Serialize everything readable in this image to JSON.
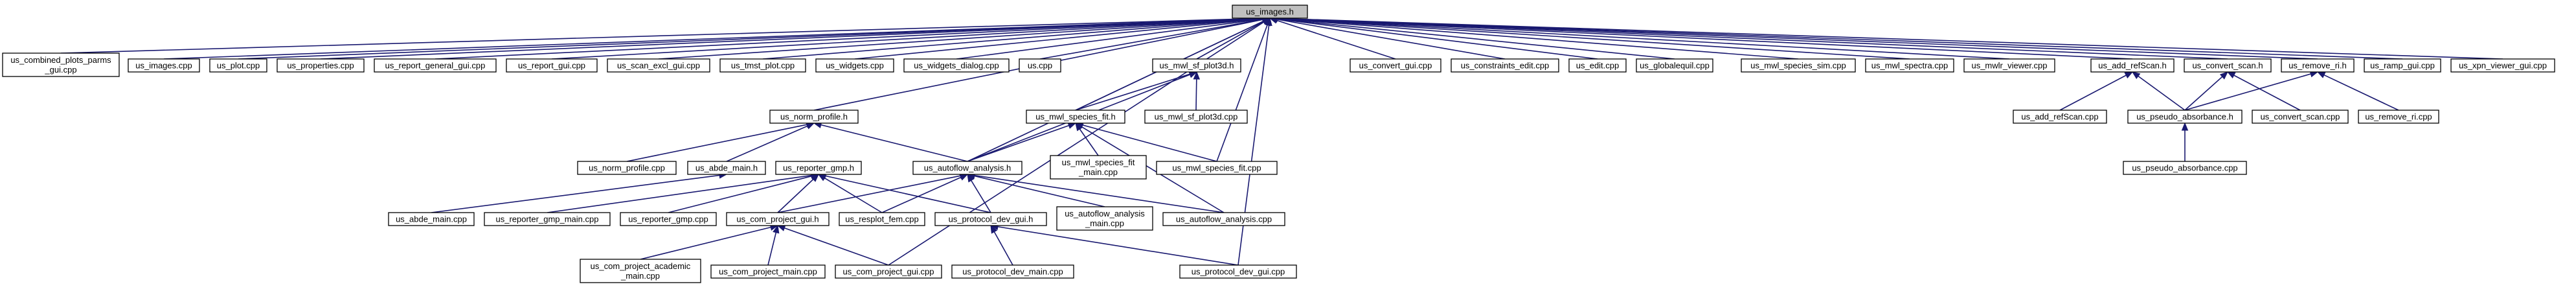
{
  "graph": {
    "root": "us_images.h",
    "colors": {
      "edge": "#191970",
      "root_fill": "#bfbfbf",
      "node_fill": "#ffffff",
      "node_border": "#000000"
    },
    "nodes": [
      {
        "id": "us_images_h",
        "label": [
          "us_images.h"
        ],
        "root": true
      },
      {
        "id": "combined",
        "label": [
          "us_combined_plots_parms",
          "_gui.cpp"
        ]
      },
      {
        "id": "images_cpp",
        "label": [
          "us_images.cpp"
        ]
      },
      {
        "id": "plot_cpp",
        "label": [
          "us_plot.cpp"
        ]
      },
      {
        "id": "properties",
        "label": [
          "us_properties.cpp"
        ]
      },
      {
        "id": "report_general",
        "label": [
          "us_report_general_gui.cpp"
        ]
      },
      {
        "id": "report_gui",
        "label": [
          "us_report_gui.cpp"
        ]
      },
      {
        "id": "scan_excl",
        "label": [
          "us_scan_excl_gui.cpp"
        ]
      },
      {
        "id": "tmst_plot",
        "label": [
          "us_tmst_plot.cpp"
        ]
      },
      {
        "id": "widgets",
        "label": [
          "us_widgets.cpp"
        ]
      },
      {
        "id": "widgets_dialog",
        "label": [
          "us_widgets_dialog.cpp"
        ]
      },
      {
        "id": "us_cpp",
        "label": [
          "us.cpp"
        ]
      },
      {
        "id": "sf_plot3d_h",
        "label": [
          "us_mwl_sf_plot3d.h"
        ]
      },
      {
        "id": "convert_gui",
        "label": [
          "us_convert_gui.cpp"
        ]
      },
      {
        "id": "constraints_edit",
        "label": [
          "us_constraints_edit.cpp"
        ]
      },
      {
        "id": "edit_cpp",
        "label": [
          "us_edit.cpp"
        ]
      },
      {
        "id": "globalequil",
        "label": [
          "us_globalequil.cpp"
        ]
      },
      {
        "id": "species_sim",
        "label": [
          "us_mwl_species_sim.cpp"
        ]
      },
      {
        "id": "spectra",
        "label": [
          "us_mwl_spectra.cpp"
        ]
      },
      {
        "id": "viewer",
        "label": [
          "us_mwlr_viewer.cpp"
        ]
      },
      {
        "id": "add_refscan_h",
        "label": [
          "us_add_refScan.h"
        ]
      },
      {
        "id": "convert_scan_h",
        "label": [
          "us_convert_scan.h"
        ]
      },
      {
        "id": "remove_ri_h",
        "label": [
          "us_remove_ri.h"
        ]
      },
      {
        "id": "ramp_gui",
        "label": [
          "us_ramp_gui.cpp"
        ]
      },
      {
        "id": "xpn_viewer",
        "label": [
          "us_xpn_viewer_gui.cpp"
        ]
      },
      {
        "id": "norm_profile_h",
        "label": [
          "us_norm_profile.h"
        ]
      },
      {
        "id": "species_fit_h",
        "label": [
          "us_mwl_species_fit.h"
        ]
      },
      {
        "id": "sf_plot3d_cpp",
        "label": [
          "us_mwl_sf_plot3d.cpp"
        ]
      },
      {
        "id": "add_refscan_cpp",
        "label": [
          "us_add_refScan.cpp"
        ]
      },
      {
        "id": "pseudo_abs_h",
        "label": [
          "us_pseudo_absorbance.h"
        ]
      },
      {
        "id": "convert_scan_cpp",
        "label": [
          "us_convert_scan.cpp"
        ]
      },
      {
        "id": "remove_ri_cpp",
        "label": [
          "us_remove_ri.cpp"
        ]
      },
      {
        "id": "norm_profile_cpp",
        "label": [
          "us_norm_profile.cpp"
        ]
      },
      {
        "id": "abde_main_h",
        "label": [
          "us_abde_main.h"
        ]
      },
      {
        "id": "reporter_gmp_h",
        "label": [
          "us_reporter_gmp.h"
        ]
      },
      {
        "id": "autoflow_analysis_h",
        "label": [
          "us_autoflow_analysis.h"
        ]
      },
      {
        "id": "species_fit_main",
        "label": [
          "us_mwl_species_fit",
          "_main.cpp"
        ]
      },
      {
        "id": "species_fit_cpp",
        "label": [
          "us_mwl_species_fit.cpp"
        ]
      },
      {
        "id": "pseudo_abs_cpp",
        "label": [
          "us_pseudo_absorbance.cpp"
        ]
      },
      {
        "id": "abde_main_cpp",
        "label": [
          "us_abde_main.cpp"
        ]
      },
      {
        "id": "reporter_gmp_main",
        "label": [
          "us_reporter_gmp_main.cpp"
        ]
      },
      {
        "id": "reporter_gmp_cpp",
        "label": [
          "us_reporter_gmp.cpp"
        ]
      },
      {
        "id": "com_project_gui_h",
        "label": [
          "us_com_project_gui.h"
        ]
      },
      {
        "id": "resplot_fem",
        "label": [
          "us_resplot_fem.cpp"
        ]
      },
      {
        "id": "protocol_dev_gui_h",
        "label": [
          "us_protocol_dev_gui.h"
        ]
      },
      {
        "id": "autoflow_analysis_main",
        "label": [
          "us_autoflow_analysis",
          "_main.cpp"
        ]
      },
      {
        "id": "autoflow_analysis_cpp",
        "label": [
          "us_autoflow_analysis.cpp"
        ]
      },
      {
        "id": "com_project_academic",
        "label": [
          "us_com_project_academic",
          "_main.cpp"
        ]
      },
      {
        "id": "com_project_main",
        "label": [
          "us_com_project_main.cpp"
        ]
      },
      {
        "id": "com_project_gui_cpp",
        "label": [
          "us_com_project_gui.cpp"
        ]
      },
      {
        "id": "protocol_dev_main",
        "label": [
          "us_protocol_dev_main.cpp"
        ]
      },
      {
        "id": "protocol_dev_gui_cpp",
        "label": [
          "us_protocol_dev_gui.cpp"
        ]
      }
    ],
    "edges": [
      [
        "combined",
        "us_images_h"
      ],
      [
        "images_cpp",
        "us_images_h"
      ],
      [
        "plot_cpp",
        "us_images_h"
      ],
      [
        "properties",
        "us_images_h"
      ],
      [
        "report_general",
        "us_images_h"
      ],
      [
        "report_gui",
        "us_images_h"
      ],
      [
        "scan_excl",
        "us_images_h"
      ],
      [
        "tmst_plot",
        "us_images_h"
      ],
      [
        "widgets",
        "us_images_h"
      ],
      [
        "widgets_dialog",
        "us_images_h"
      ],
      [
        "us_cpp",
        "us_images_h"
      ],
      [
        "sf_plot3d_h",
        "us_images_h"
      ],
      [
        "convert_gui",
        "us_images_h"
      ],
      [
        "constraints_edit",
        "us_images_h"
      ],
      [
        "edit_cpp",
        "us_images_h"
      ],
      [
        "globalequil",
        "us_images_h"
      ],
      [
        "species_sim",
        "us_images_h"
      ],
      [
        "spectra",
        "us_images_h"
      ],
      [
        "viewer",
        "us_images_h"
      ],
      [
        "add_refscan_h",
        "us_images_h"
      ],
      [
        "convert_scan_h",
        "us_images_h"
      ],
      [
        "remove_ri_h",
        "us_images_h"
      ],
      [
        "ramp_gui",
        "us_images_h"
      ],
      [
        "xpn_viewer",
        "us_images_h"
      ],
      [
        "norm_profile_h",
        "us_images_h"
      ],
      [
        "species_fit_h",
        "us_images_h"
      ],
      [
        "species_fit_cpp",
        "us_images_h"
      ],
      [
        "autoflow_analysis_h",
        "us_images_h"
      ],
      [
        "com_project_gui_cpp",
        "us_images_h"
      ],
      [
        "protocol_dev_gui_cpp",
        "us_images_h"
      ],
      [
        "sf_plot3d_cpp",
        "sf_plot3d_h"
      ],
      [
        "species_fit_h",
        "sf_plot3d_h"
      ],
      [
        "autoflow_analysis_h",
        "sf_plot3d_h"
      ],
      [
        "add_refscan_cpp",
        "add_refscan_h"
      ],
      [
        "pseudo_abs_h",
        "add_refscan_h"
      ],
      [
        "pseudo_abs_h",
        "convert_scan_h"
      ],
      [
        "convert_scan_cpp",
        "convert_scan_h"
      ],
      [
        "pseudo_abs_h",
        "remove_ri_h"
      ],
      [
        "remove_ri_cpp",
        "remove_ri_h"
      ],
      [
        "pseudo_abs_cpp",
        "pseudo_abs_h"
      ],
      [
        "norm_profile_cpp",
        "norm_profile_h"
      ],
      [
        "abde_main_h",
        "norm_profile_h"
      ],
      [
        "autoflow_analysis_h",
        "norm_profile_h"
      ],
      [
        "species_fit_main",
        "species_fit_h"
      ],
      [
        "species_fit_cpp",
        "species_fit_h"
      ],
      [
        "autoflow_analysis_h",
        "species_fit_h"
      ],
      [
        "autoflow_analysis_cpp",
        "species_fit_h"
      ],
      [
        "abde_main_cpp",
        "abde_main_h"
      ],
      [
        "reporter_gmp_main",
        "reporter_gmp_h"
      ],
      [
        "reporter_gmp_cpp",
        "reporter_gmp_h"
      ],
      [
        "com_project_gui_h",
        "reporter_gmp_h"
      ],
      [
        "resplot_fem",
        "reporter_gmp_h"
      ],
      [
        "protocol_dev_gui_h",
        "reporter_gmp_h"
      ],
      [
        "com_project_gui_h",
        "autoflow_analysis_h"
      ],
      [
        "resplot_fem",
        "autoflow_analysis_h"
      ],
      [
        "protocol_dev_gui_h",
        "autoflow_analysis_h"
      ],
      [
        "autoflow_analysis_main",
        "autoflow_analysis_h"
      ],
      [
        "autoflow_analysis_cpp",
        "autoflow_analysis_h"
      ],
      [
        "com_project_academic",
        "com_project_gui_h"
      ],
      [
        "com_project_main",
        "com_project_gui_h"
      ],
      [
        "com_project_gui_cpp",
        "com_project_gui_h"
      ],
      [
        "protocol_dev_main",
        "protocol_dev_gui_h"
      ],
      [
        "protocol_dev_gui_cpp",
        "protocol_dev_gui_h"
      ]
    ]
  }
}
